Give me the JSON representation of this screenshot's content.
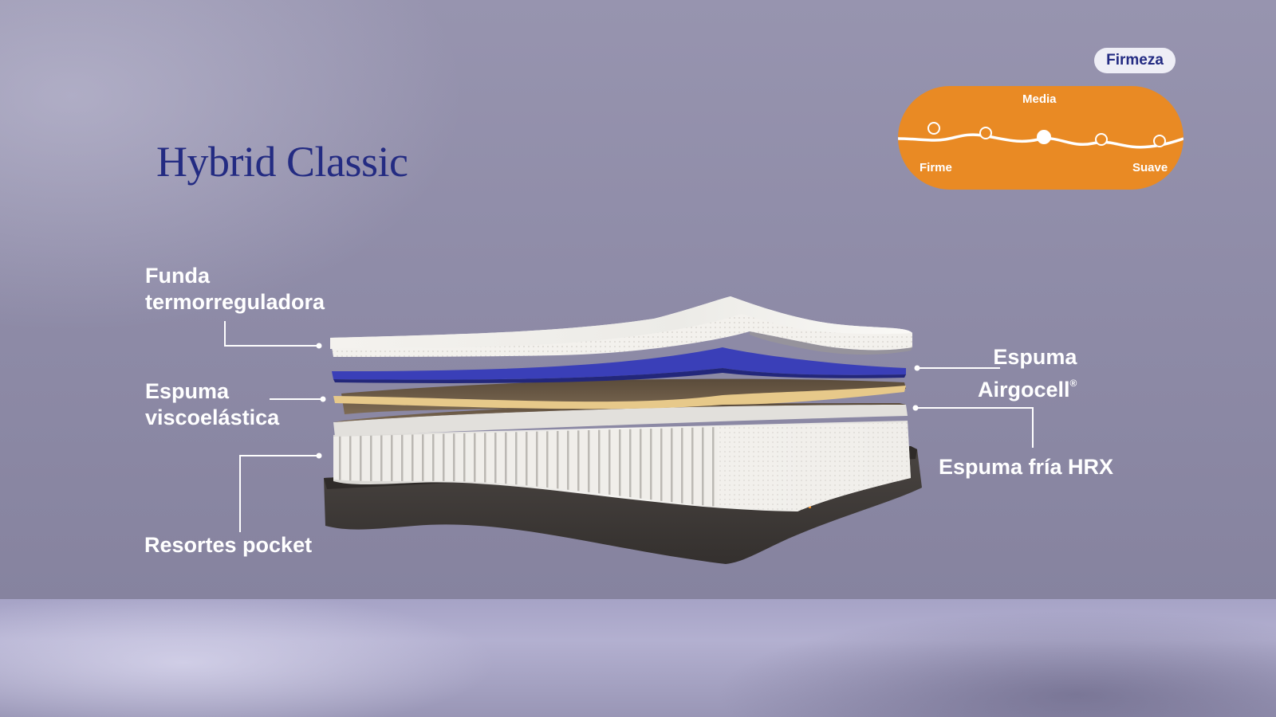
{
  "product": {
    "title": "Hybrid Classic"
  },
  "firmness": {
    "badge": "Firmeza",
    "scale_mid_label": "Media",
    "scale_left_label": "Firme",
    "scale_right_label": "Suave",
    "steps": 5,
    "selected_step": 3,
    "accent_color": "#e98a24"
  },
  "layers": {
    "cover": "Funda\ntermorreguladora",
    "memory_foam": "Espuma\nviscoelástica",
    "springs": "Resortes pocket",
    "airgocell": "Espuma\nAirgocell",
    "airgocell_mark": "®",
    "hrx": "Espuma fría HRX"
  },
  "colors": {
    "title": "#232b82",
    "cover_layer": "#f2f0ec",
    "airgocell_layer": "#3a3fb8",
    "memory_foam_layer": "#e7c98a",
    "hrx_layer": "#e2e0dc",
    "base": "#3e3a38"
  }
}
